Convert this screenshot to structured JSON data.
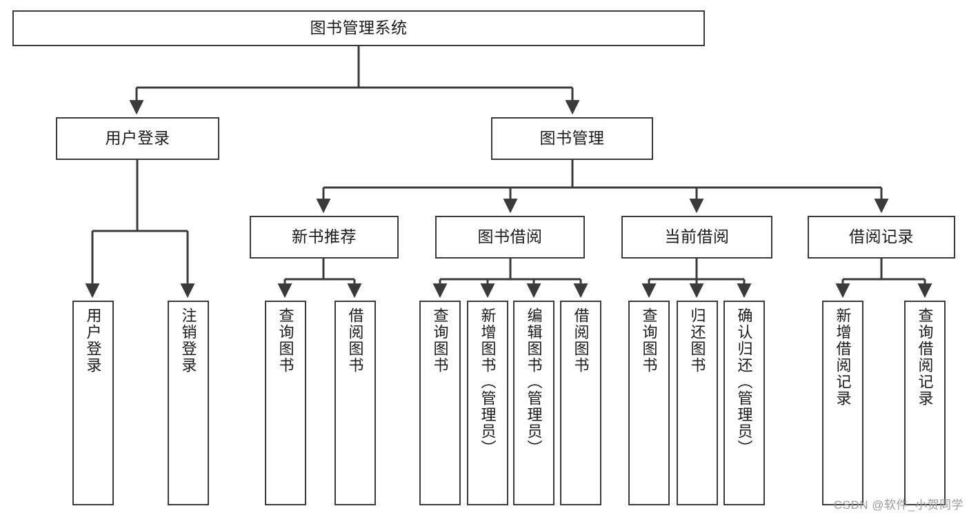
{
  "diagram": {
    "type": "tree-hierarchy",
    "title": "图书管理系统",
    "watermark": "CSDN @软件_小贺同学",
    "colors": {
      "box_border": "#3a3a3a",
      "box_fill": "#ffffff",
      "edge": "#3a3a3a",
      "text": "#1a1a1a",
      "watermark": "#9a9a9a",
      "background": "#ffffff"
    },
    "levels": {
      "root": {
        "label": "图书管理系统"
      },
      "level2": [
        {
          "label": "用户登录"
        },
        {
          "label": "图书管理"
        }
      ],
      "level3": [
        {
          "label": "新书推荐"
        },
        {
          "label": "图书借阅"
        },
        {
          "label": "当前借阅"
        },
        {
          "label": "借阅记录"
        }
      ],
      "leaves": {
        "user_login": [
          {
            "label": "用户登录"
          },
          {
            "label": "注销登录"
          }
        ],
        "new_book_recommend": [
          {
            "label": "查询图书"
          },
          {
            "label": "借阅图书"
          }
        ],
        "book_borrow": [
          {
            "label": "查询图书"
          },
          {
            "label": "新增图书（管理员）"
          },
          {
            "label": "编辑图书（管理员）"
          },
          {
            "label": "借阅图书"
          }
        ],
        "current_borrow": [
          {
            "label": "查询图书"
          },
          {
            "label": "归还图书"
          },
          {
            "label": "确认归还（管理员）"
          }
        ],
        "borrow_record": [
          {
            "label": "新增借阅记录"
          },
          {
            "label": "查询借阅记录"
          }
        ]
      }
    }
  }
}
